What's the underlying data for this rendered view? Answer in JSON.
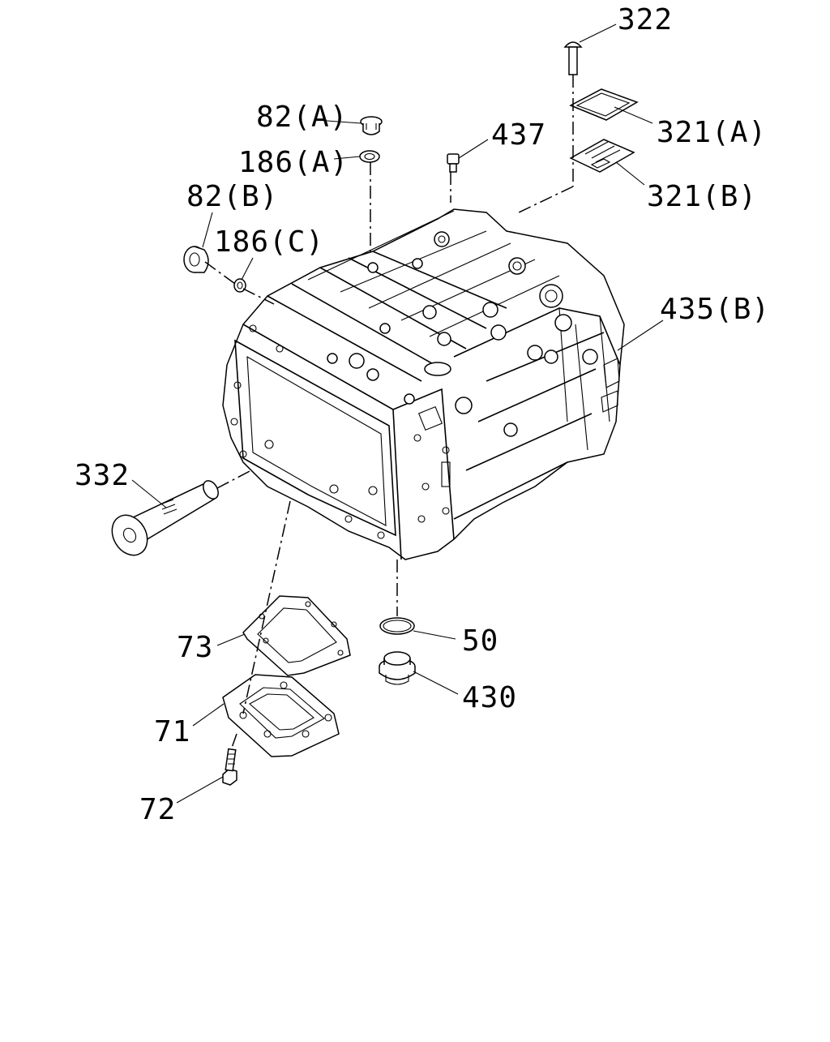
{
  "diagram": {
    "labels": {
      "p322": "322",
      "p321a": "321(A)",
      "p321b": "321(B)",
      "p82a": "82(A)",
      "p186a": "186(A)",
      "p437": "437",
      "p82b": "82(B)",
      "p186c": "186(C)",
      "p435b": "435(B)",
      "p332": "332",
      "p50": "50",
      "p430": "430",
      "p73": "73",
      "p71": "71",
      "p72": "72"
    }
  }
}
